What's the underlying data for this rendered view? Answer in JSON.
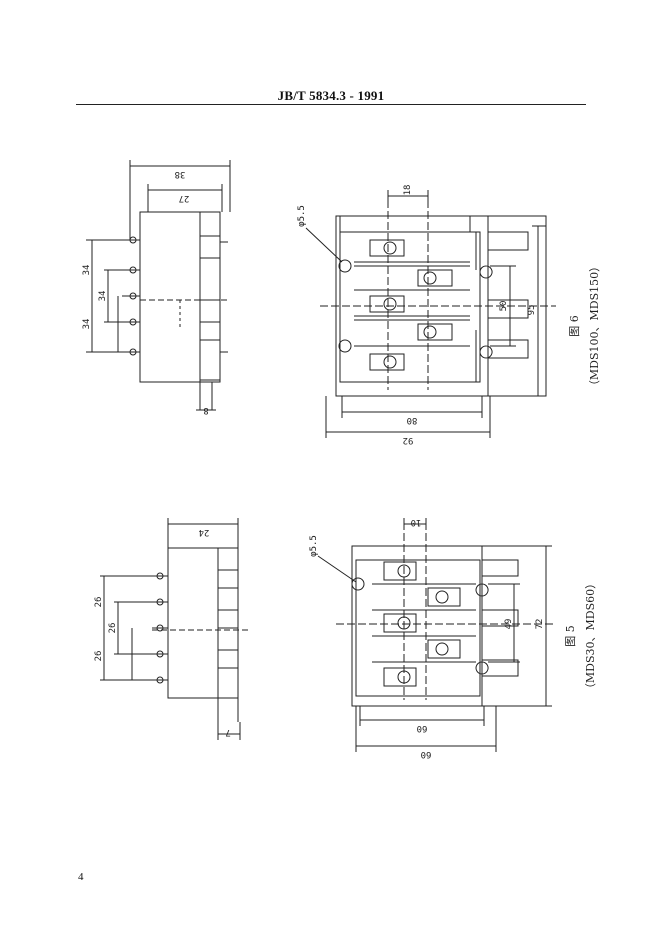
{
  "header": {
    "standard": "JB/T  5834.3 - 1991"
  },
  "page_number": "4",
  "figure6": {
    "caption_title": "图 6",
    "caption_models": "（MDS100、MDS150）",
    "side_view": {
      "dims": [
        "38",
        "27",
        "34",
        "34",
        "34",
        "8"
      ]
    },
    "plan_view": {
      "hole": "φ5.5",
      "dims": [
        "18",
        "50",
        "95",
        "80",
        "92"
      ]
    }
  },
  "figure5": {
    "caption_title": "图 5",
    "caption_models": "（MDS30、MDS60）",
    "side_view": {
      "dims": [
        "24",
        "26",
        "26",
        "26",
        "7"
      ]
    },
    "plan_view": {
      "hole": "φ5.5",
      "dims": [
        "10",
        "49",
        "72",
        "60",
        "60"
      ]
    }
  }
}
